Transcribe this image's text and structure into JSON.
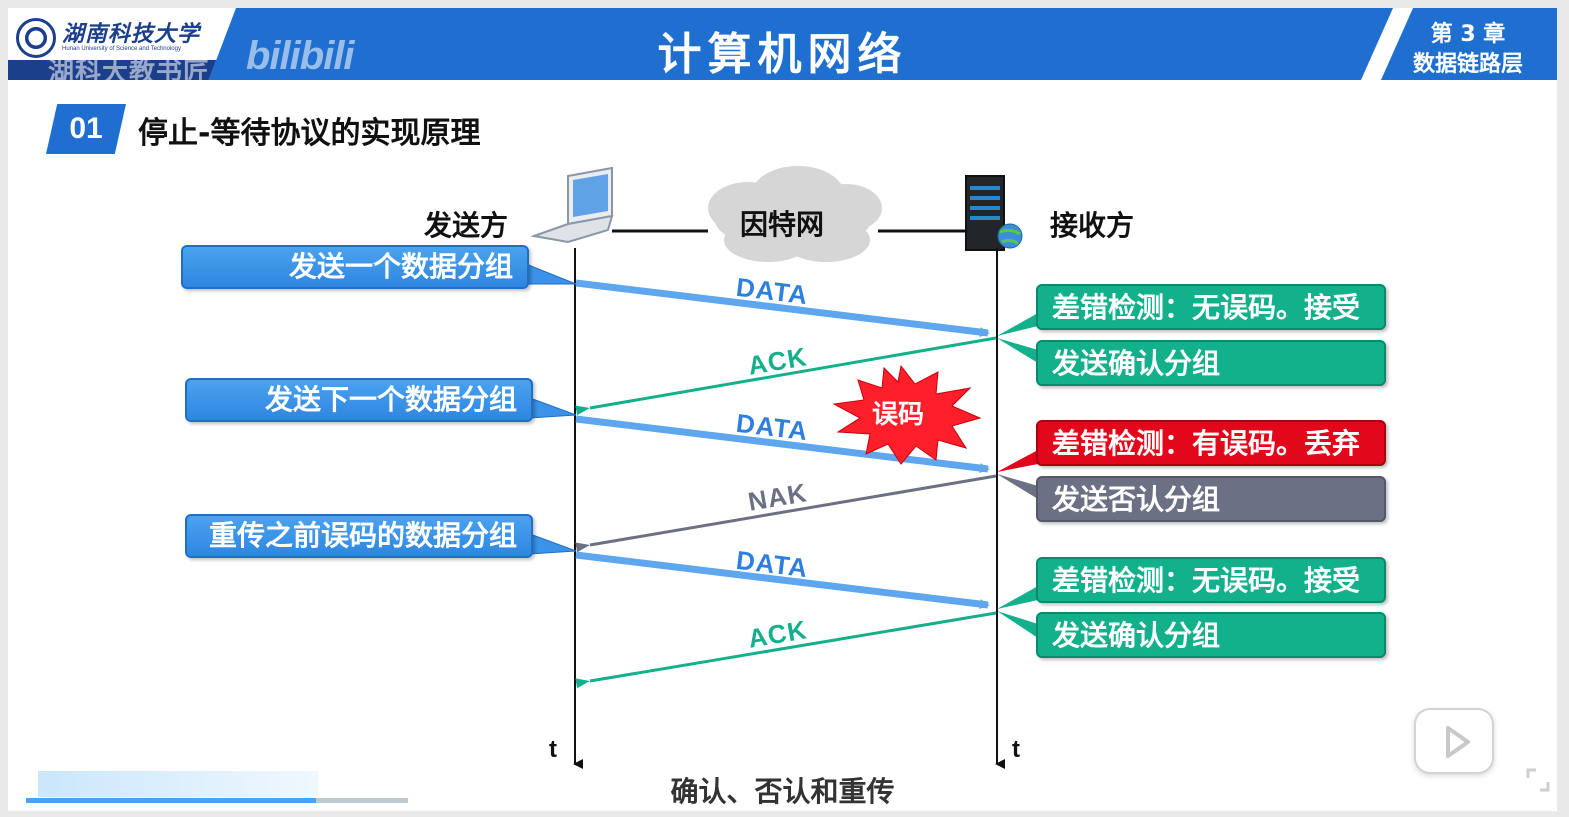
{
  "header": {
    "university_name_cn": "湖南科技大学",
    "university_name_en": "Hunan University of Science and Technology",
    "watermark_label": "湖科大教书匠",
    "bili_watermark": "bilibili",
    "title": "计算机网络",
    "chapter_line1": "第 3 章",
    "chapter_line2": "数据链路层"
  },
  "section": {
    "number": "01",
    "title": "停止-等待协议的实现原理"
  },
  "diagram": {
    "sender_label": "发送方",
    "receiver_label": "接收方",
    "network_label": "因特网",
    "sender_actions": [
      "发送一个数据分组",
      "发送下一个数据分组",
      "重传之前误码的数据分组"
    ],
    "messages": [
      "DATA",
      "ACK",
      "DATA",
      "NAK",
      "DATA",
      "ACK"
    ],
    "error_burst": "误码",
    "receiver_actions": [
      {
        "text": "差错检测：无误码。接受",
        "color": "#13b08c"
      },
      {
        "text": "发送确认分组",
        "color": "#13b08c"
      },
      {
        "text": "差错检测：有误码。丢弃",
        "color": "#e2071a"
      },
      {
        "text": "发送否认分组",
        "color": "#6b7084"
      },
      {
        "text": "差错检测：无误码。接受",
        "color": "#13b08c"
      },
      {
        "text": "发送确认分组",
        "color": "#13b08c"
      }
    ],
    "time_label_sender": "t",
    "time_label_receiver": "t",
    "caption": "确认、否认和重传"
  },
  "colors": {
    "header_blue": "#1f6fd1",
    "data_arrow": "#5ea6ee",
    "ack_arrow": "#14b08c",
    "nak_arrow": "#6b7084"
  },
  "player": {
    "progress_fraction": 0.76,
    "play_icon": "play-icon",
    "fullscreen_icon": "fullscreen-icon"
  }
}
